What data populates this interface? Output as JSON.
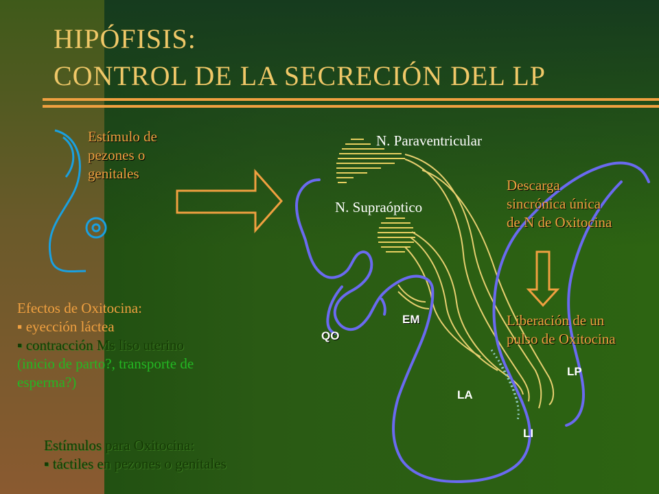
{
  "title": {
    "line1": "HIPÓFISIS:",
    "line2": "CONTROL DE LA SECRECIÓN DEL LP"
  },
  "stimulus": {
    "lines": [
      "Estímulo de",
      "pezones o",
      "genitales"
    ]
  },
  "labels": {
    "paraventricular": "N. Paraventricular",
    "supraoptico": "N. Supraóptico",
    "qo": "QO",
    "em": "EM",
    "la": "LA",
    "li": "LI",
    "lp": "LP"
  },
  "discharge": {
    "lines": [
      "Descarga",
      "sincrónica única",
      "de N de Oxitocina"
    ]
  },
  "release": {
    "lines": [
      "Liberación de un",
      "pulso de Oxitocina"
    ]
  },
  "effects": {
    "heading": "Efectos de Oxitocina:",
    "item1": "▪ eyección láctea",
    "item2": "▪ contracción Ms liso uterino",
    "note1": "(inicio de parto?, transporte de",
    "note2": "esperma?)"
  },
  "stimuli_for_oxytocin": {
    "heading": "Estímulos para Oxitocina:",
    "item1": "▪ táctiles en pezones o genitales"
  },
  "colors": {
    "title": "#f0c868",
    "orange": "#f0a040",
    "green": "#23b823",
    "blue_outline": "#6a6af0",
    "breast_outline": "#1aa0e0",
    "fibers": "#e8d070",
    "nucleus_lines": "#e8d060",
    "dots": "#90c8c0",
    "label_text": "#ffffff"
  }
}
